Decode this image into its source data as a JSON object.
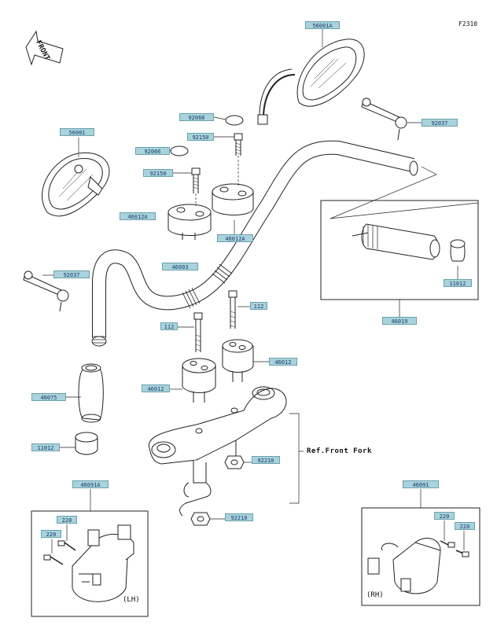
{
  "header": {
    "figure_code": "F2310"
  },
  "front_indicator": {
    "text": "FRONT"
  },
  "reference_note": "Ref.Front Fork",
  "side_markers": {
    "left": "(LH)",
    "right": "(RH)"
  },
  "callouts": {
    "mirror_right": "56001A",
    "mirror_left": "56001",
    "cap_upper": "92066",
    "cap_lower": "92066",
    "bolt_upper_a": "92150",
    "bolt_upper_b": "92150",
    "holder_left": "46012A",
    "holder_right": "46012A",
    "spanner_right": "92037",
    "spanner_left": "92037",
    "handlebar": "46003",
    "bolt_riser_a": "112",
    "bolt_riser_b": "112",
    "riser_right": "46012",
    "riser_left": "46012",
    "grip_left": "46075",
    "weight_left": "11012",
    "weight_right": "11012",
    "grip_right_assy": "46019",
    "nut_a": "92210",
    "nut_b": "92210",
    "switch_left": "46091A",
    "switch_right": "46091",
    "screw_l1": "220",
    "screw_l2": "220",
    "screw_r1": "220",
    "screw_r2": "220"
  },
  "colors": {
    "callout_fill": "#a9d3dc",
    "line": "#222222"
  }
}
